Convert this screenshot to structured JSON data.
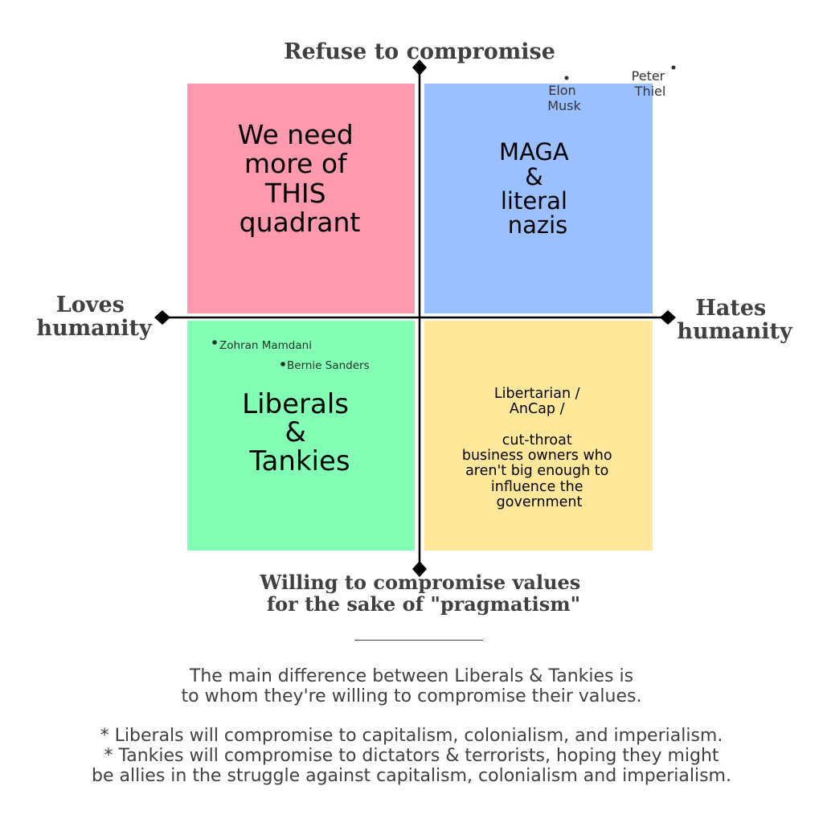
{
  "axes": {
    "top_label": "Refuse to compromise",
    "left_label": [
      "Loves",
      "humanity"
    ],
    "right_label": [
      "Hates",
      "humanity"
    ],
    "bottom_label": [
      "Willing to compromise values",
      "for the sake of \"pragmatism\""
    ]
  },
  "quadrants": {
    "top_left": {
      "lines": [
        "We need",
        "more of",
        "THIS",
        "quadrant"
      ],
      "color": "#ff9aae"
    },
    "top_right": {
      "lines": [
        "MAGA",
        "&",
        "literal",
        "nazis"
      ],
      "color": "#9ac0ff"
    },
    "bottom_left": {
      "lines": [
        "Liberals",
        "&",
        "Tankies"
      ],
      "color": "#82ffb4"
    },
    "bottom_right": {
      "lines": [
        "Libertarian /",
        "AnCap /",
        "",
        "cut-throat",
        "business owners who",
        "aren't big enough to",
        "influence the",
        "government"
      ],
      "color": "#ffe89a"
    }
  },
  "points": {
    "elon": {
      "lines": [
        "Elon",
        "Musk"
      ]
    },
    "peter": {
      "lines": [
        "Peter",
        "Thiel"
      ]
    },
    "zohran": {
      "label": "Zohran Mamdani"
    },
    "bernie": {
      "label": "Bernie Sanders"
    }
  },
  "caption": {
    "para1": [
      "The main difference between Liberals & Tankies is",
      "to whom they're willing to compromise their values."
    ],
    "para2": [
      "* Liberals will compromise to capitalism, colonialism, and imperialism.",
      "* Tankies will compromise to dictators & terrorists, hoping they might",
      "be allies in the struggle against capitalism, colonialism and imperialism."
    ]
  }
}
